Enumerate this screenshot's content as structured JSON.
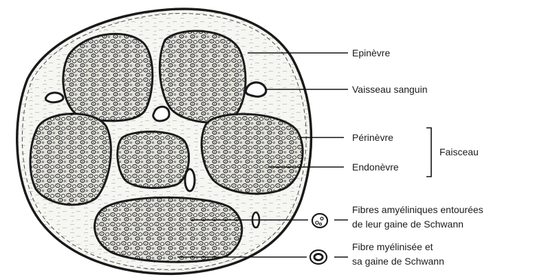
{
  "labels": {
    "epinevre": "Epinèvre",
    "vaisseau": "Vaisseau sanguin",
    "perinevre": "Périnèvre",
    "endonevre": "Endonèvre",
    "faisceau": "Faisceau",
    "amyelin_line1": "Fibres amyéliniques entourées",
    "amyelin_line2": "de  leur gaine de Schwann",
    "myelin_line1": "Fibre myélinisée et",
    "myelin_line2": "sa gaine de Schwann"
  },
  "colors": {
    "ink": "#1a1a1a",
    "epineurium": "#f4f4f0",
    "fascicle": "#dcdcd4",
    "background": "#ffffff"
  }
}
